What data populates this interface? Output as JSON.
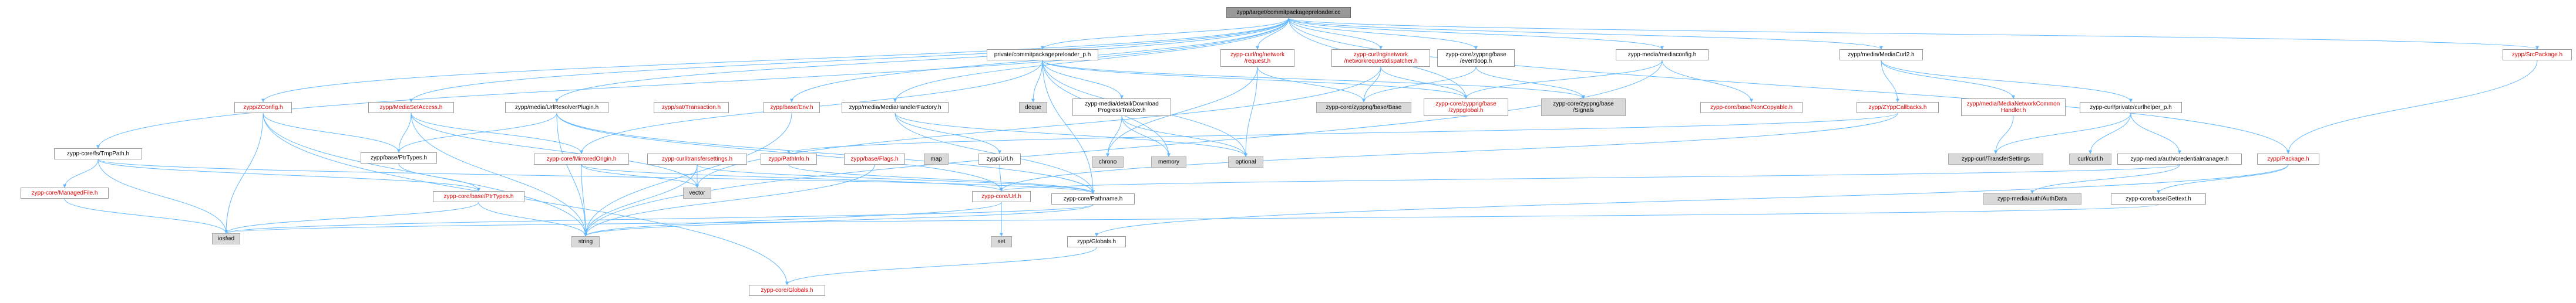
{
  "diagram": {
    "type": "include-dependency-graph",
    "colors": {
      "edge": "#63b8ff",
      "node_border": "#999999",
      "red_text": "#e00000",
      "grey_fill": "#d9d9d9",
      "root_fill": "#999999"
    },
    "nodes": {
      "root": "zypp/target/commitpackagepreloader.cc",
      "preloader_h": "private/commitpackagepreloader_p.h",
      "zconfig": "zypp/ZConfig.h",
      "tmppath": "zypp-core/fs/TmpPath.h",
      "managedfile": "zypp-core/ManagedFile.h",
      "mediasetaccess": "zypp/MediaSetAccess.h",
      "urlresolver": "zypp/media/UrlResolverPlugin.h",
      "base_ptrtypes": "zypp/base/PtrTypes.h",
      "core_base_ptrtypes": "zypp-core/base/PtrTypes.h",
      "iosfwd": "iosfwd",
      "string": "string",
      "globals": "zypp-core/Globals.h",
      "mirroredorigin": "zypp-core/MirroredOrigin.h",
      "transfersettings": "zypp-curl/transfersettings.h",
      "vector": "vector",
      "pathinfo": "zypp/PathInfo.h",
      "flags": "zypp/base/Flags.h",
      "map": "map",
      "url_h": "zypp/Url.h",
      "core_url": "zypp-core/Url.h",
      "set": "set",
      "zypp_globals": "zypp/Globals.h",
      "pathname": "zypp-core/Pathname.h",
      "asttransaction": "zypp/sat/Transaction.h",
      "env": "zypp/base/Env.h",
      "handlerfactory": "zypp/media/MediaHandlerFactory.h",
      "deque": "deque",
      "progresstracker": "zypp-media/detail/Download\nProgressTracker.h",
      "chrono": "chrono",
      "memory": "memory",
      "optional": "optional",
      "networkrequest": "zypp-curl/ng/network\n/request.h",
      "dispatcher": "zypp-curl/ng/network\n/networkrequestdispatcher.h",
      "zyppng_base": "zypp-core/zyppng/base/Base",
      "zyppglobal": "zypp-core/zyppng/base\n/zyppglobal.h",
      "eventloop": "zypp-core/zyppng/base\n/eventloop.h",
      "signals": "zypp-core/zyppng/base\n/Signals",
      "mediaconfig": "zypp-media/mediaconfig.h",
      "noncopyable": "zypp-core/base/NonCopyable.h",
      "mediacurl2": "zypp/media/MediaCurl2.h",
      "zyppcallbacks": "zypp/ZYppCallbacks.h",
      "mnhandler": "zypp/media/MediaNetworkCommon\nHandler.h",
      "curlhelper": "zypp-curl/private/curlhelper_p.h",
      "curl_transfersettings": "zypp-curl/TransferSettings",
      "curl_curl": "curl/curl.h",
      "credmgr": "zypp-media/auth/credentialmanager.h",
      "authdata": "zypp-media/auth/AuthData",
      "package": "zypp/Package.h",
      "gettext": "zypp-core/base/Gettext.h",
      "srcpackage": "zypp/SrcPackage.h"
    }
  }
}
